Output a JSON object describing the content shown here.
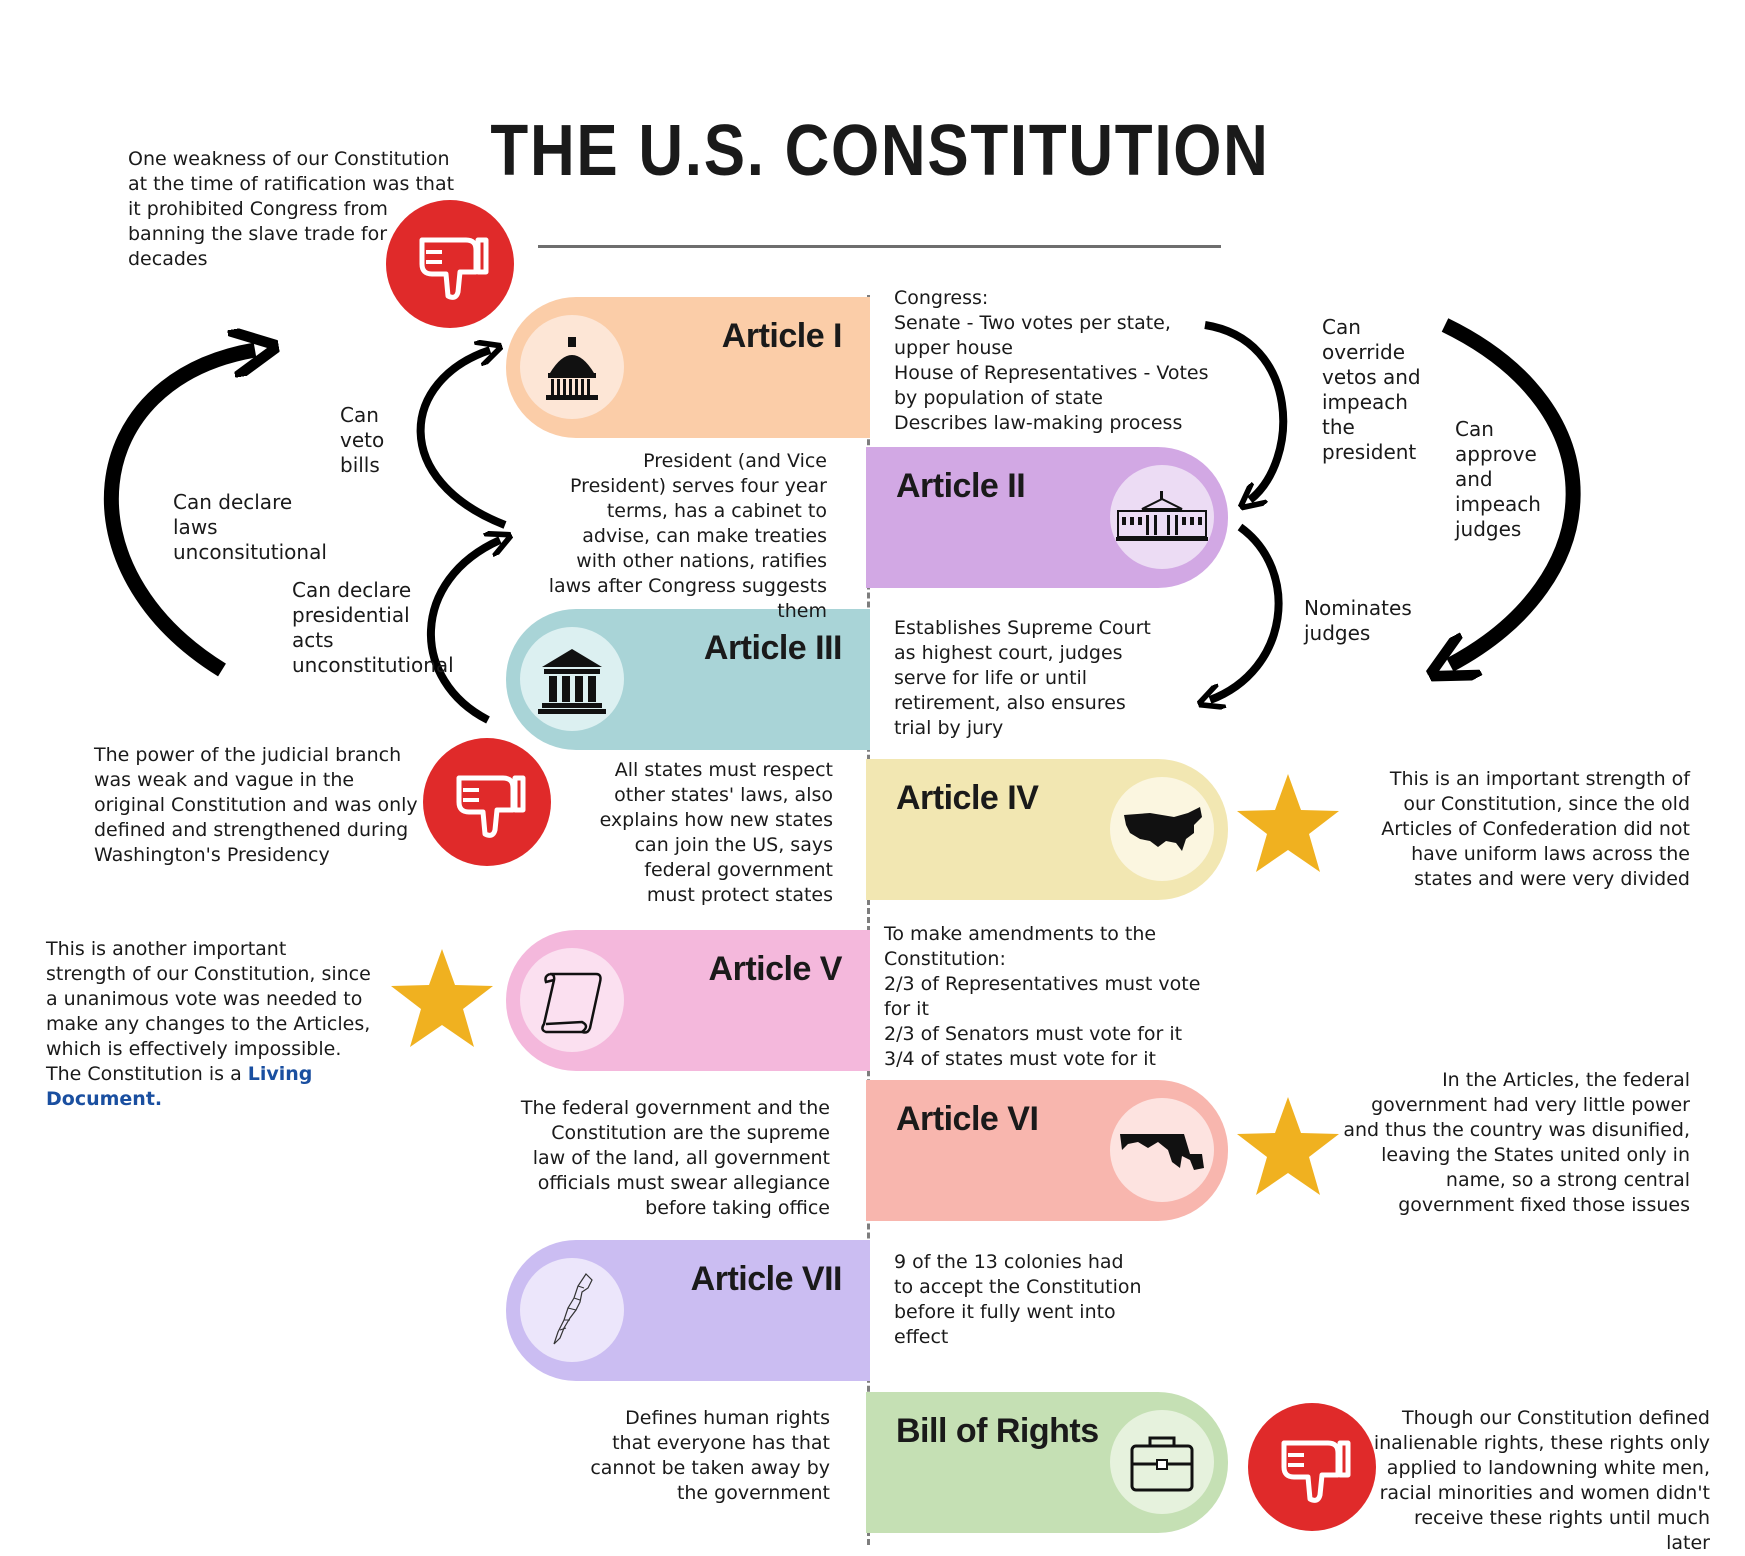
{
  "title": "THE U.S. CONSTITUTION",
  "articles": [
    {
      "name": "Article I",
      "color": "#fbcda8",
      "icon": "capitol-icon",
      "description": "Congress:\nSenate - Two votes per state, upper house\nHouse of Representatives - Votes by population of state\nDescribes law-making process"
    },
    {
      "name": "Article II",
      "color": "#d2a8e4",
      "icon": "white-house-icon",
      "description": "President (and Vice President) serves four year terms, has a cabinet to advise, can make treaties with other nations, ratifies laws after Congress suggests them"
    },
    {
      "name": "Article III",
      "color": "#a9d4d7",
      "icon": "courthouse-icon",
      "description": "Establishes Supreme Court as highest court, judges serve for life or until retirement, also ensures trial by jury"
    },
    {
      "name": "Article IV",
      "color": "#f2e7b2",
      "icon": "usa-map-icon",
      "description": "All states must respect other states' laws, also explains how new states can join the US, says federal government must protect states"
    },
    {
      "name": "Article V",
      "color": "#f4b8dc",
      "icon": "scroll-icon",
      "description": "To make amendments to the Constitution:\n2/3 of Representatives must vote for it\n2/3 of Senators must vote for it\n3/4 of states must vote for it"
    },
    {
      "name": "Article VI",
      "color": "#f8b6ae",
      "icon": "state-map-icon",
      "description": "The federal government and the Constitution are the supreme law of the land, all government officials must swear allegiance before taking office"
    },
    {
      "name": "Article VII",
      "color": "#cbbdf2",
      "icon": "colonies-map-icon",
      "description": "9 of the 13 colonies had to accept the Constitution before it fully went into effect"
    },
    {
      "name": "Bill of Rights",
      "color": "#c5e0b4",
      "icon": "briefcase-icon",
      "description": "Defines human rights that everyone has that cannot be taken away by the government"
    }
  ],
  "arrow_labels": {
    "veto": "Can\nveto\nbills",
    "declare_laws": "Can declare\nlaws\nunconsitutional",
    "declare_presidential": "Can declare\npresidential\nacts\nunconstitutional",
    "override": "Can\noverride\nvetos and\nimpeach\nthe\npresident",
    "approve": "Can\napprove\nand\nimpeach\njudges",
    "nominates": "Nominates\njudges"
  },
  "notes": {
    "weakness_slave_trade": "One weakness of our Constitution at the time of ratification was that it prohibited Congress from banning the slave trade for decades",
    "weakness_judicial": "The power of the judicial branch was weak and vague in the original Constitution and was only defined and strengthened during Washington's Presidency",
    "strength_uniform_laws": "This is an important strength of our Constitution, since the old Articles of Confederation did not have uniform laws across the states and were very divided",
    "strength_amendments": "This is another important strength of our Constitution, since a unanimous vote was needed to make any changes to the Articles, which is effectively impossible.\nThe Constitution is a ",
    "strength_amendments_link": "Living Document.",
    "strength_central_gov": "In the Articles, the federal government had very little power and thus the country was disunified, leaving the States united only in name, so a strong central government fixed those issues",
    "weakness_rights": "Though our Constitution defined inalienable rights, these rights only applied to landowning white men, racial minorities and women didn't receive these rights until much later"
  },
  "colors": {
    "thumbs_down": "#e02a2a",
    "star": "#f0b120",
    "arrow": "#000000",
    "link": "#1a4fa0"
  }
}
